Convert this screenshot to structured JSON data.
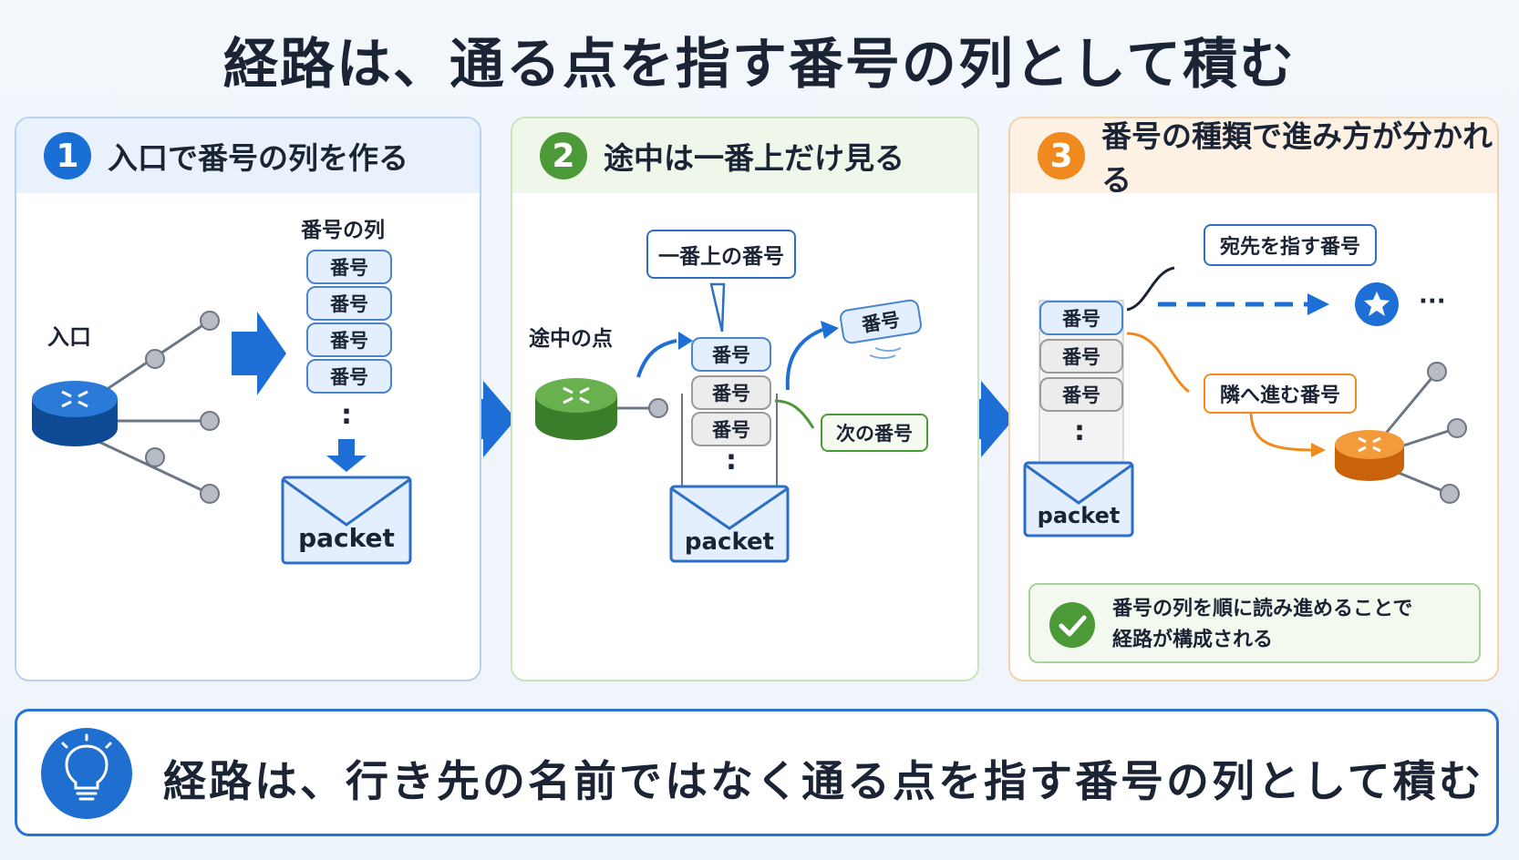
{
  "title": "経路は、通る点を指す番号の列として積む",
  "panel1": {
    "number": "1",
    "heading": "入口で番号の列を作る",
    "entry_label": "入口",
    "stack_label": "番号の列",
    "chips": [
      "番号",
      "番号",
      "番号",
      "番号"
    ],
    "ellipsis": ":",
    "envelope": "packet"
  },
  "panel2": {
    "number": "2",
    "heading": "途中は一番上だけ見る",
    "node_label": "途中の点",
    "top_bubble": "一番上の番号",
    "chips": [
      "番号",
      "番号",
      "番号"
    ],
    "popped_chip": "番号",
    "next_label": "次の番号",
    "ellipsis": ":",
    "envelope": "packet"
  },
  "panel3": {
    "number": "3",
    "heading": "番号の種類で進み方が分かれる",
    "chips": [
      "番号",
      "番号",
      "番号"
    ],
    "ellipsis": ":",
    "envelope": "packet",
    "dest_label": "宛先を指す番号",
    "neighbor_label": "隣へ進む番号",
    "trailing": "···",
    "note_line1": "番号の列を順に読み進めることで",
    "note_line2": "経路が構成される"
  },
  "bottom": {
    "text": "経路は、行き先の名前ではなく通る点を指す番号の列として積む"
  },
  "colors": {
    "blue": "#1a6fd6",
    "green": "#4c9a37",
    "orange": "#f08a1e"
  }
}
